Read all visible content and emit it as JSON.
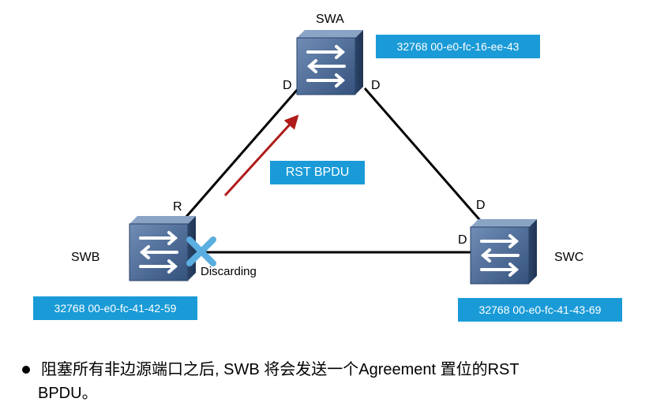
{
  "nodes": {
    "swa": {
      "name": "SWA",
      "bridge_id": "32768 00-e0-fc-16-ee-43"
    },
    "swb": {
      "name": "SWB",
      "bridge_id": "32768 00-e0-fc-41-42-59"
    },
    "swc": {
      "name": "SWC",
      "bridge_id": "32768 00-e0-fc-41-43-69"
    }
  },
  "ports": {
    "swa_left": "D",
    "swa_right": "D",
    "swb_top": "R",
    "swc_top": "D",
    "swc_left": "D"
  },
  "blocked_port_label": "Discarding",
  "message_label": "RST BPDU",
  "bullet": {
    "line1": "阻塞所有非边源端口之后, SWB 将会发送一个Agreement 置位的RST",
    "line2": "BPDU。"
  },
  "colors": {
    "label_box": "#1a9bd7",
    "arrow": "#b01a1a",
    "block_mark": "#5aaee0",
    "switch_body": "#3e5f8a"
  }
}
